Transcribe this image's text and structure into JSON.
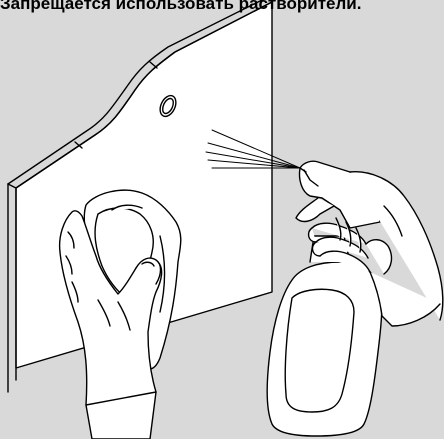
{
  "caption": {
    "text": "Запрещается использовать растворители."
  },
  "colors": {
    "background": "#d9d9d9",
    "panel": "#ffffff",
    "line": "#000000"
  },
  "icons": [
    "wall-panel",
    "hand-with-cloth",
    "spray-bottle-hand",
    "spray-mist"
  ]
}
